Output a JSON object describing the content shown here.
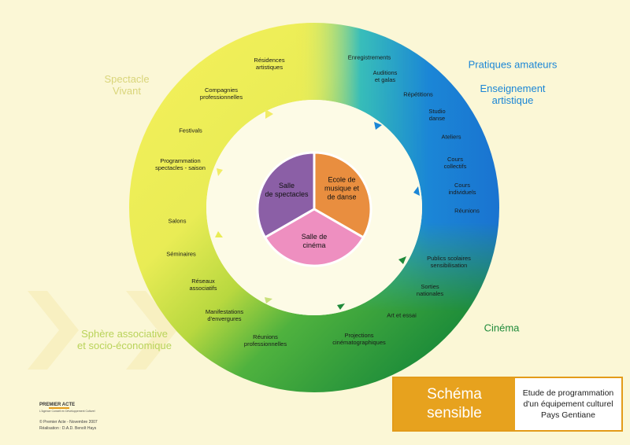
{
  "categories": {
    "spectacle": "Spectacle\nVivant",
    "pratiques": "Pratiques amateurs",
    "enseignement": "Enseignement\nartistique",
    "cinema": "Cinéma",
    "sphere": "Sphère associative\net socio-économique"
  },
  "ring_labels": {
    "residences": "Résidences\nartistiques",
    "compagnies": "Compagnies\nprofessionnelles",
    "festivals": "Festivals",
    "programmation": "Programmation\nspectacles - saison",
    "salons": "Salons",
    "seminaires": "Séminaires",
    "reseaux": "Réseaux\nassociatifs",
    "manifestations": "Manifestations\nd'envergures",
    "reunions_pro": "Réunions\nprofessionnelles",
    "projections": "Projections\ncinématographiques",
    "art_essai": "Art et essai",
    "sorties": "Sorties\nnationales",
    "publics": "Publics scolaires\nsensibilisation",
    "reunions": "Réunions",
    "cours_indiv": "Cours\nindividuels",
    "cours_coll": "Cours\ncollectifs",
    "ateliers": "Ateliers",
    "studio": "Studio\ndanse",
    "repetitions": "Répétitions",
    "auditions": "Auditions\net galas",
    "enregistrements": "Enregistrements"
  },
  "center": {
    "salle_spectacles": "Salle\nde spectacles",
    "ecole": "Ecole de\nmusique et\nde danse",
    "salle_cinema": "Salle de\ncinéma"
  },
  "title_box": {
    "left_line1": "Schéma",
    "left_line2": "sensible",
    "right_line1": "Etude de programmation",
    "right_line2": "d'un équipement culturel",
    "right_line3": "Pays Gentiane"
  },
  "footer": {
    "logo": "PREMIER ACTE",
    "logo_sub": "L'Agence Conseil en Développement Culturel",
    "credit1": "© Premier Acte - Novembre 2007",
    "credit2": "Réalisation : D.A.D. Benoît Hays"
  },
  "colors": {
    "background": "#fbf7d6",
    "spectacle": "#f3ee5a",
    "pratiques": "#1b86d6",
    "cinema": "#1f8a3a",
    "sphere": "#a8cf3a",
    "salle_spectacles": "#8b5fa6",
    "ecole": "#e98e3f",
    "salle_cinema": "#ee8fc0",
    "title_orange": "#e7a21e"
  }
}
